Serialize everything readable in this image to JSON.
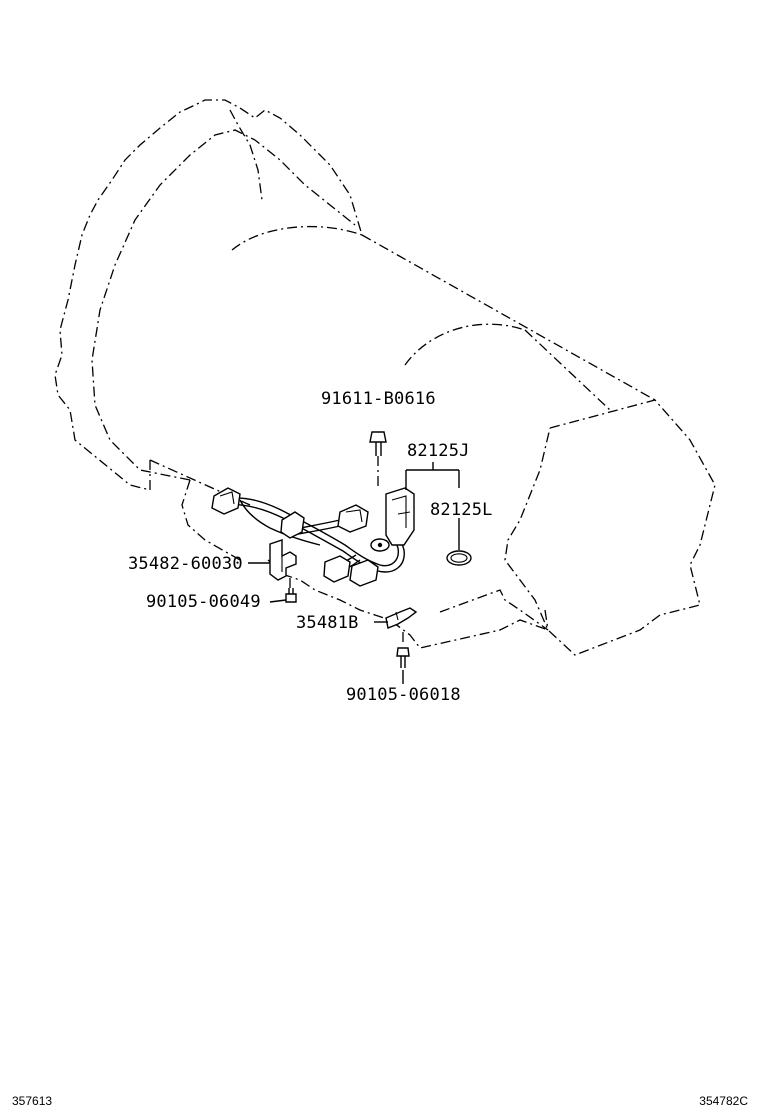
{
  "diagram": {
    "parts": [
      {
        "key": "p91611",
        "label": "91611-B0616"
      },
      {
        "key": "p82125j",
        "label": "82125J"
      },
      {
        "key": "p82125l",
        "label": "82125L"
      },
      {
        "key": "p35482",
        "label": "35482-60030"
      },
      {
        "key": "p90105a",
        "label": "90105-06049"
      },
      {
        "key": "p35481b",
        "label": "35481B"
      },
      {
        "key": "p90105b",
        "label": "90105-06018"
      }
    ],
    "footer": {
      "left_code": "357613",
      "right_code": "354782C"
    }
  }
}
